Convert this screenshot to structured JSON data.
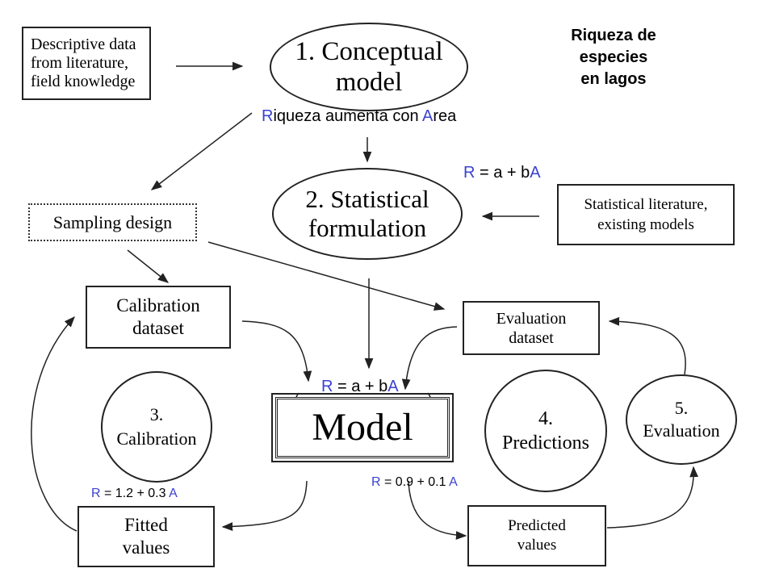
{
  "title": {
    "line1": "Riqueza de especies",
    "line2": "en lagos"
  },
  "nodes": {
    "descriptive": {
      "l1": "Descriptive data",
      "l2": "from literature,",
      "l3": "field knowledge"
    },
    "conceptual": {
      "l1": "1. Conceptual",
      "l2": "model"
    },
    "statistical": {
      "l1": "2. Statistical",
      "l2": "formulation"
    },
    "stat_lit": {
      "l1": "Statistical literature,",
      "l2": "existing models"
    },
    "sampling": {
      "l1": "Sampling design"
    },
    "calibration_dataset": {
      "l1": "Calibration",
      "l2": "dataset"
    },
    "evaluation_dataset": {
      "l1": "Evaluation",
      "l2": "dataset"
    },
    "calibration": {
      "l1": "3.",
      "l2": "Calibration"
    },
    "model": {
      "l1": "Model"
    },
    "predictions": {
      "l1": "4.",
      "l2": "Predictions"
    },
    "evaluation": {
      "l1": "5.",
      "l2": "Evaluation"
    },
    "fitted": {
      "l1": "Fitted",
      "l2": "values"
    },
    "predicted": {
      "l1": "Predicted",
      "l2": "values"
    }
  },
  "annotations": {
    "riqueza": {
      "a": "R",
      "b": "iqueza aumenta con ",
      "c": "A",
      "d": "rea"
    },
    "formula_top": {
      "a": "R",
      "b": " = a + b",
      "c": "A"
    },
    "formula_model": {
      "a": "R",
      "b": " = a + b",
      "c": "A"
    },
    "fitted_eq": {
      "a": "R",
      "b": " = 1.2 + 0.3 ",
      "c": "A"
    },
    "predicted_eq": {
      "a": "R",
      "b": " = 0.9 + 0.1 ",
      "c": "A"
    }
  },
  "colors": {
    "accent": "#3a41d0",
    "stroke": "#222222"
  }
}
